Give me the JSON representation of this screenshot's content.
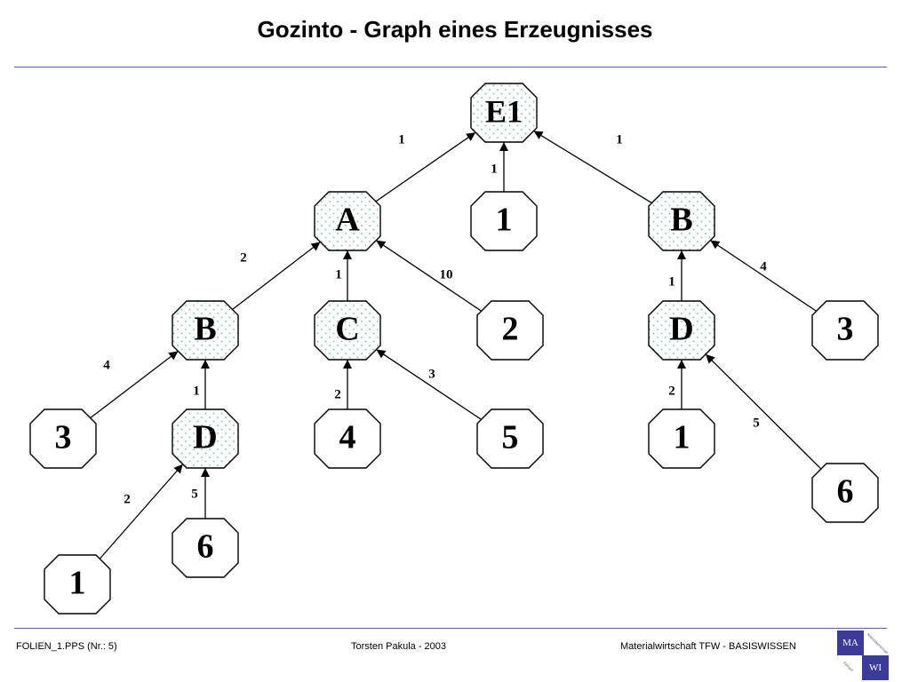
{
  "title": "Gozinto - Graph eines Erzeugnisses",
  "footer": {
    "left": "FOLIEN_1.PPS (Nr.: 5)",
    "center": "Torsten Pakula - 2003",
    "right": "Materialwirtschaft TFW - BASISWISSEN"
  },
  "logo": {
    "top": "MA",
    "bottom": "WI",
    "small_top": "Materialwirtschaft",
    "small_bottom": "Einkauf"
  },
  "colors": {
    "rule": "#5a5ab0",
    "logo": "#3b3b9b",
    "node_dots": "#6fb8a8"
  },
  "diagram": {
    "nodes": [
      {
        "id": "E1",
        "label": "E1",
        "dotted": true
      },
      {
        "id": "A",
        "label": "A",
        "dotted": true
      },
      {
        "id": "n1top",
        "label": "1",
        "dotted": false
      },
      {
        "id": "Bright",
        "label": "B",
        "dotted": true
      },
      {
        "id": "Bleft",
        "label": "B",
        "dotted": true
      },
      {
        "id": "C",
        "label": "C",
        "dotted": true
      },
      {
        "id": "n2",
        "label": "2",
        "dotted": false
      },
      {
        "id": "Dright",
        "label": "D",
        "dotted": true
      },
      {
        "id": "n3right",
        "label": "3",
        "dotted": false
      },
      {
        "id": "n3left",
        "label": "3",
        "dotted": false
      },
      {
        "id": "Dleft",
        "label": "D",
        "dotted": true
      },
      {
        "id": "n4",
        "label": "4",
        "dotted": false
      },
      {
        "id": "n5",
        "label": "5",
        "dotted": false
      },
      {
        "id": "n1right",
        "label": "1",
        "dotted": false
      },
      {
        "id": "n6right",
        "label": "6",
        "dotted": false
      },
      {
        "id": "n1bottom",
        "label": "1",
        "dotted": false
      },
      {
        "id": "n6bottom",
        "label": "6",
        "dotted": false
      }
    ],
    "edges": [
      {
        "from": "A",
        "to": "E1",
        "label": "1"
      },
      {
        "from": "n1top",
        "to": "E1",
        "label": "1"
      },
      {
        "from": "Bright",
        "to": "E1",
        "label": "1"
      },
      {
        "from": "Bleft",
        "to": "A",
        "label": "2"
      },
      {
        "from": "C",
        "to": "A",
        "label": "1"
      },
      {
        "from": "n2",
        "to": "A",
        "label": "10"
      },
      {
        "from": "Dright",
        "to": "Bright",
        "label": "1"
      },
      {
        "from": "n3right",
        "to": "Bright",
        "label": "4"
      },
      {
        "from": "n3left",
        "to": "Bleft",
        "label": "4"
      },
      {
        "from": "Dleft",
        "to": "Bleft",
        "label": "1"
      },
      {
        "from": "n4",
        "to": "C",
        "label": "2"
      },
      {
        "from": "n5",
        "to": "C",
        "label": "3"
      },
      {
        "from": "n1right",
        "to": "Dright",
        "label": "2"
      },
      {
        "from": "n6right",
        "to": "Dright",
        "label": "5"
      },
      {
        "from": "n1bottom",
        "to": "Dleft",
        "label": "2"
      },
      {
        "from": "n6bottom",
        "to": "Dleft",
        "label": "5"
      }
    ]
  }
}
